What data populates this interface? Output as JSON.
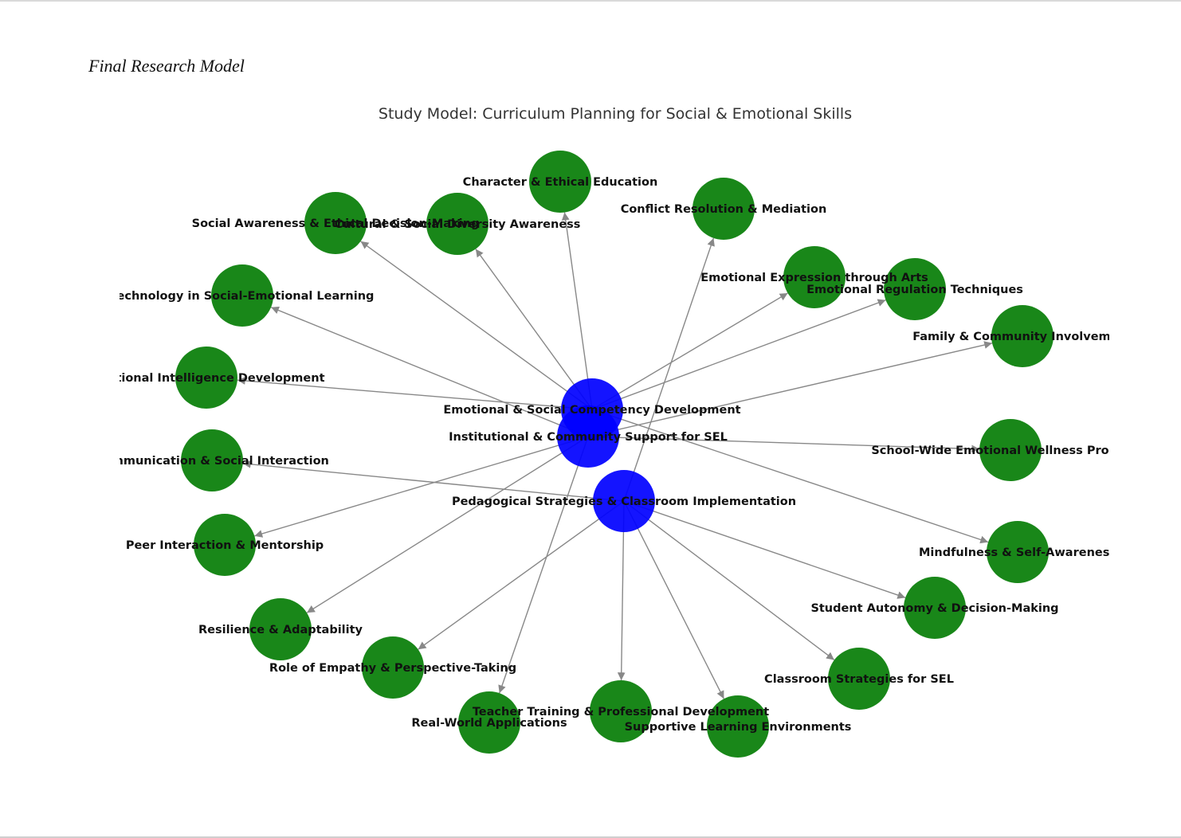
{
  "caption": "Final Research Model",
  "title": "Study Model: Curriculum Planning for Social & Emotional Skills",
  "colors": {
    "core": "#0000ff",
    "leaf": "#007a00",
    "edge": "#888888"
  },
  "core_nodes": [
    {
      "id": "esc",
      "label": "Emotional & Social Competency Development"
    },
    {
      "id": "ics",
      "label": "Institutional & Community Support for SEL"
    },
    {
      "id": "psc",
      "label": "Pedagogical Strategies & Classroom Implementation"
    }
  ],
  "leaf_nodes": [
    {
      "id": "char",
      "label": "Character & Ethical Education"
    },
    {
      "id": "conf",
      "label": "Conflict Resolution & Mediation"
    },
    {
      "id": "soc",
      "label": "Social Awareness & Ethical Decision-Making"
    },
    {
      "id": "cult",
      "label": "Cultural & Social Diversity Awareness"
    },
    {
      "id": "tech",
      "label": "Technology in Social-Emotional Learning"
    },
    {
      "id": "arts",
      "label": "Emotional Expression through Arts"
    },
    {
      "id": "reg",
      "label": "Emotional Regulation Techniques"
    },
    {
      "id": "fam",
      "label": "Family & Community Involvement"
    },
    {
      "id": "ei",
      "label": "Emotional Intelligence Development"
    },
    {
      "id": "school",
      "label": "School-Wide Emotional Wellness Programs"
    },
    {
      "id": "comm",
      "label": "Communication & Social Interaction"
    },
    {
      "id": "peer",
      "label": "Peer Interaction & Mentorship"
    },
    {
      "id": "mind",
      "label": "Mindfulness & Self-Awareness"
    },
    {
      "id": "auto",
      "label": "Student Autonomy & Decision-Making"
    },
    {
      "id": "res",
      "label": "Resilience & Adaptability"
    },
    {
      "id": "emp",
      "label": "Role of Empathy & Perspective-Taking"
    },
    {
      "id": "class",
      "label": "Classroom Strategies for SEL"
    },
    {
      "id": "real",
      "label": "Real-World Applications"
    },
    {
      "id": "teach",
      "label": "Teacher Training & Professional Development"
    },
    {
      "id": "supp",
      "label": "Supportive Learning Environments"
    }
  ],
  "edges": [
    [
      "esc",
      "soc"
    ],
    [
      "esc",
      "ei"
    ],
    [
      "esc",
      "reg"
    ],
    [
      "esc",
      "arts"
    ],
    [
      "esc",
      "mind"
    ],
    [
      "esc",
      "cult"
    ],
    [
      "esc",
      "char"
    ],
    [
      "ics",
      "fam"
    ],
    [
      "ics",
      "school"
    ],
    [
      "ics",
      "peer"
    ],
    [
      "ics",
      "res"
    ],
    [
      "ics",
      "real"
    ],
    [
      "ics",
      "tech"
    ],
    [
      "psc",
      "conf"
    ],
    [
      "psc",
      "comm"
    ],
    [
      "psc",
      "auto"
    ],
    [
      "psc",
      "class"
    ],
    [
      "psc",
      "supp"
    ],
    [
      "psc",
      "teach"
    ],
    [
      "psc",
      "emp"
    ]
  ]
}
